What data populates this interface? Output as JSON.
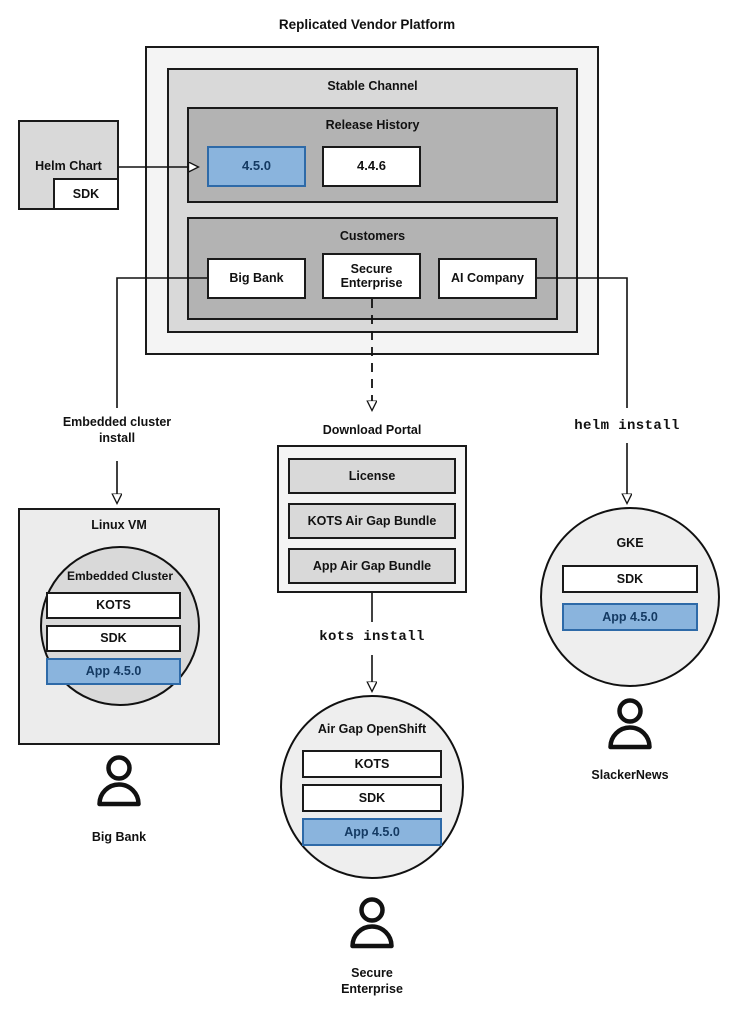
{
  "diagram": {
    "title": "Replicated Vendor Platform",
    "source": {
      "label": "Helm Chart",
      "sdk_label": "SDK"
    },
    "platform": {
      "channel": {
        "label": "Stable Channel",
        "release_history": {
          "label": "Release History",
          "releases": [
            {
              "version": "4.5.0",
              "highlighted": true
            },
            {
              "version": "4.4.6",
              "highlighted": false
            }
          ]
        },
        "customers": {
          "label": "Customers",
          "items": [
            {
              "name": "Big Bank"
            },
            {
              "name": "Secure\nEnterprise"
            },
            {
              "name": "AI Company"
            }
          ]
        }
      }
    },
    "download_portal": {
      "label": "Download Portal",
      "artifacts": [
        "License",
        "KOTS Air Gap Bundle",
        "App Air Gap Bundle"
      ]
    },
    "flows": {
      "embedded": "Embedded cluster\ninstall",
      "kots": "kots install",
      "helm": "helm install"
    },
    "targets": [
      {
        "host_label": "Linux VM",
        "cluster_label": "Embedded Cluster",
        "components": [
          {
            "label": "KOTS",
            "highlighted": false
          },
          {
            "label": "SDK",
            "highlighted": false
          },
          {
            "label": "App 4.5.0",
            "highlighted": true
          }
        ],
        "user": "Big Bank"
      },
      {
        "host_label": "Air Gap OpenShift",
        "components": [
          {
            "label": "KOTS",
            "highlighted": false
          },
          {
            "label": "SDK",
            "highlighted": false
          },
          {
            "label": "App 4.5.0",
            "highlighted": true
          }
        ],
        "user": "Secure\nEnterprise"
      },
      {
        "host_label": "GKE",
        "components": [
          {
            "label": "SDK",
            "highlighted": false
          },
          {
            "label": "App 4.5.0",
            "highlighted": true
          }
        ],
        "user": "SlackerNews"
      }
    ],
    "colors": {
      "highlight_fill": "#8ab4dd",
      "highlight_border": "#2e6aa8",
      "highlight_text": "#143a63",
      "stroke": "#111111",
      "platform_fill": "#f4f4f4",
      "channel_fill": "#d9d9d9",
      "section_fill": "#b3b3b3"
    }
  }
}
